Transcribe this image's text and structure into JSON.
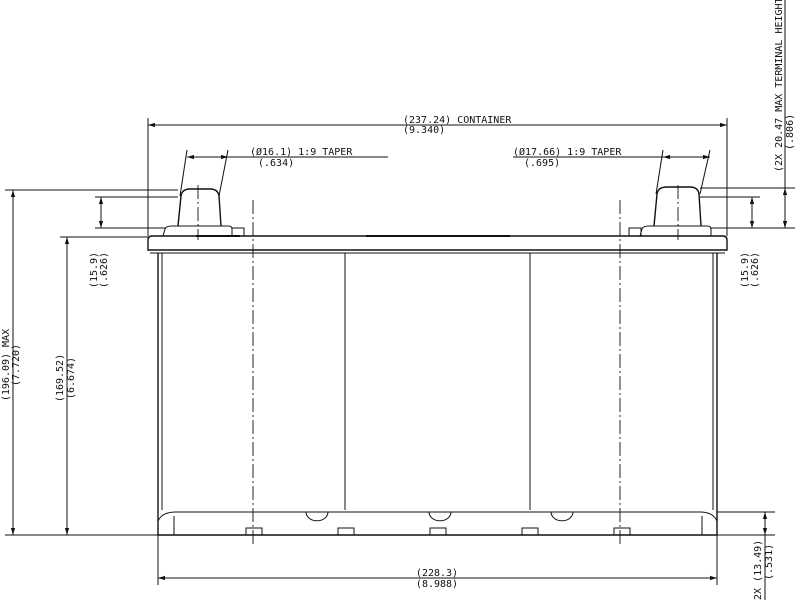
{
  "drawing": {
    "container_length": {
      "mm": "(237.24) CONTAINER",
      "in": "(9.340)"
    },
    "left_terminal_taper": {
      "mm": "(Ø16.1) 1:9 TAPER",
      "in": "(.634)"
    },
    "right_terminal_taper": {
      "mm": "(Ø17.66) 1:9 TAPER",
      "in": "(.695)"
    },
    "max_height": {
      "mm": "(196.09) MAX",
      "in": "(7.720)"
    },
    "body_height": {
      "mm": "(169.52)",
      "in": "(6.674)"
    },
    "left_terminal_height": {
      "mm": "(15.9)",
      "in": "(.626)"
    },
    "right_terminal_height": {
      "mm": "(15.9)",
      "in": "(.626)"
    },
    "max_terminal_height": {
      "mm": "(2X 20.47 MAX TERMINAL HEIGHT)",
      "in": "(.806)"
    },
    "base_length": {
      "mm": "(228.3)",
      "in": "(8.988)"
    },
    "base_height": {
      "mm": "2X (13.49)",
      "in": "(.531)"
    }
  }
}
